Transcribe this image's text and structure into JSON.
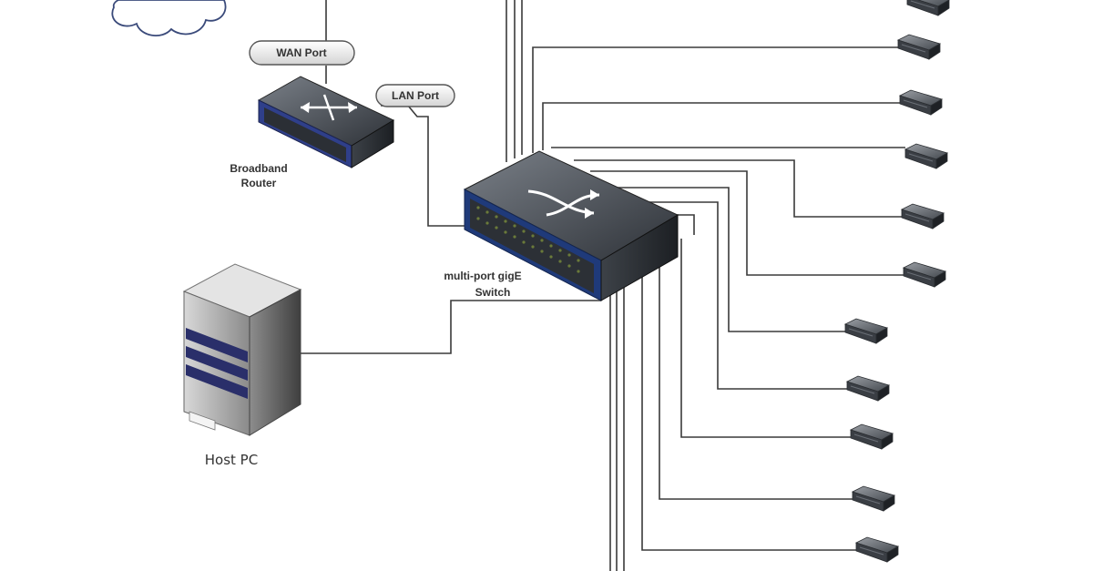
{
  "labels": {
    "wan_port": "WAN Port",
    "lan_port": "LAN Port",
    "router_line1": "Broadband",
    "router_line2": "Router",
    "switch_line1": "multi-port gigE",
    "switch_line2": "Switch",
    "host_pc": "Host PC"
  },
  "icons": {
    "cloud": "internet-cloud-icon",
    "router": "broadband-router-icon",
    "switch": "network-switch-icon",
    "pc": "host-pc-tower-icon",
    "camera": "gige-camera-icon"
  },
  "colors": {
    "wire": "#3a3a3a",
    "router_side": "#2f3f8a",
    "switch_blue": "#1f3a7a"
  }
}
